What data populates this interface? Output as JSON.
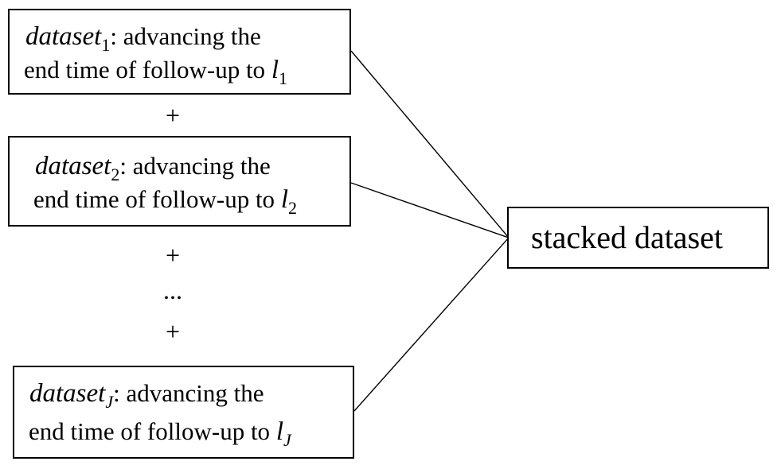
{
  "datasets": [
    {
      "name": "dataset",
      "index": "1",
      "desc": ": advancing the",
      "line2": "end time of follow-up to",
      "var": "l",
      "var_sub": "1"
    },
    {
      "name": "dataset",
      "index": "2",
      "desc": ": advancing the",
      "line2": "end time of follow-up to",
      "var": "l",
      "var_sub": "2"
    },
    {
      "name": "dataset",
      "index": "J",
      "desc": ": advancing the",
      "line2": "end time of follow-up to",
      "var": "l",
      "var_sub": "J"
    }
  ],
  "operators": {
    "plus1": "+",
    "plus2": "+",
    "ellipsis": "...",
    "plus3": "+"
  },
  "target": {
    "label": "stacked dataset"
  }
}
